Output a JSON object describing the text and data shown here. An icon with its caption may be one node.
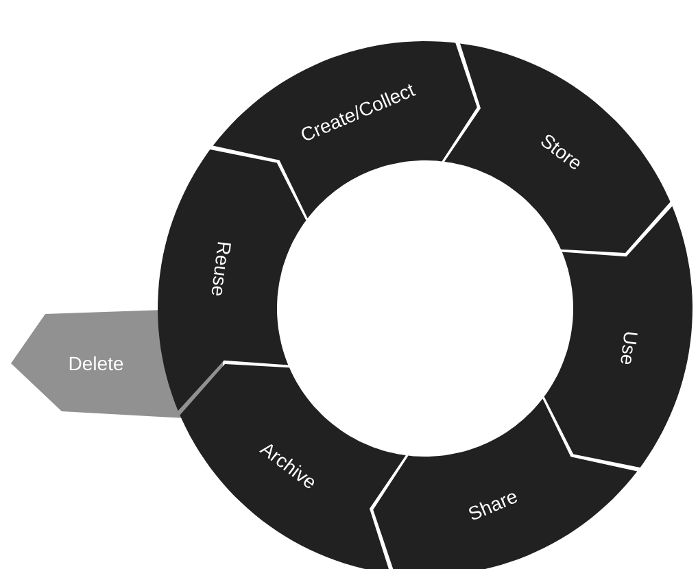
{
  "diagram": {
    "nodes": [
      {
        "text": [
          "Create/Collect"
        ]
      },
      {
        "text": [
          "Store"
        ]
      },
      {
        "text": [
          "Use"
        ]
      },
      {
        "text": [
          "Share"
        ]
      },
      {
        "text": [
          "Archive"
        ]
      },
      {
        "text": [
          "Reuse"
        ]
      },
      {
        "text": [
          "Delete"
        ]
      }
    ]
  }
}
